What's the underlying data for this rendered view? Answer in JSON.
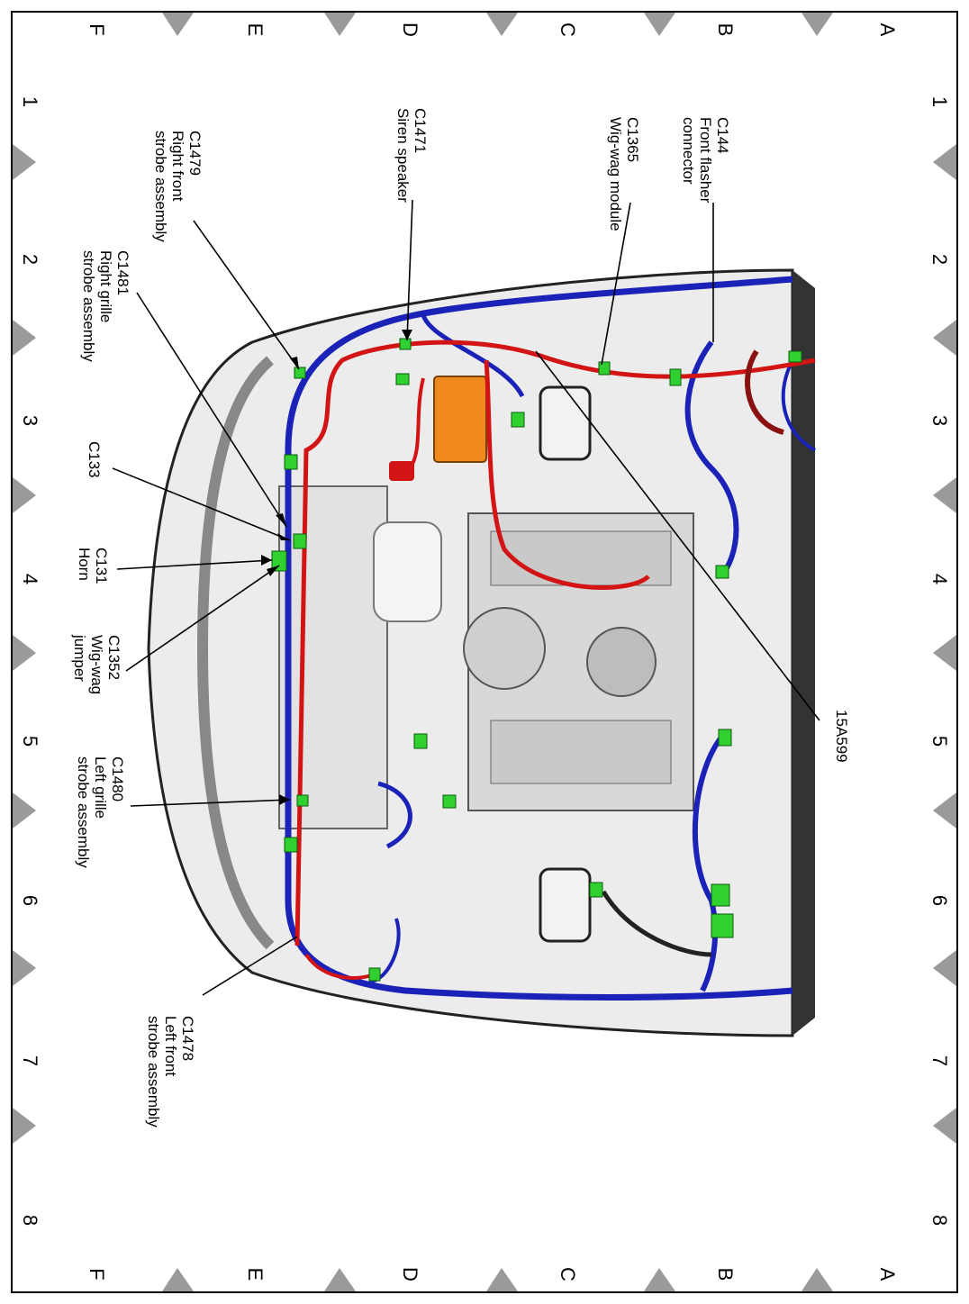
{
  "grid": {
    "letters": [
      "A",
      "B",
      "C",
      "D",
      "E",
      "F"
    ],
    "numbers": [
      "1",
      "2",
      "3",
      "4",
      "5",
      "6",
      "7",
      "8"
    ]
  },
  "callouts": {
    "c144": [
      "C144",
      "Front flasher",
      "connector"
    ],
    "c1365": [
      "C1365",
      "Wig-wag module"
    ],
    "c1471": [
      "C1471",
      "Siren speaker"
    ],
    "c1479": [
      "C1479",
      "Right front",
      "strobe assembly"
    ],
    "c1481": [
      "C1481",
      "Right grille",
      "strobe assembly"
    ],
    "c133": [
      "C133"
    ],
    "c131": [
      "C131",
      "Horn"
    ],
    "c1352": [
      "C1352",
      "Wig-wag",
      "jumper"
    ],
    "c1480": [
      "C1480",
      "Left grille",
      "strobe assembly"
    ],
    "c1478": [
      "C1478",
      "Left front",
      "strobe assembly"
    ],
    "harness": [
      "15A599"
    ]
  },
  "colors": {
    "harness_blue": "#1a22b8",
    "harness_red": "#d21414",
    "connector_green": "#2fd02f",
    "module_orange": "#f08a1c",
    "body_gray": "#d9d9d9"
  }
}
